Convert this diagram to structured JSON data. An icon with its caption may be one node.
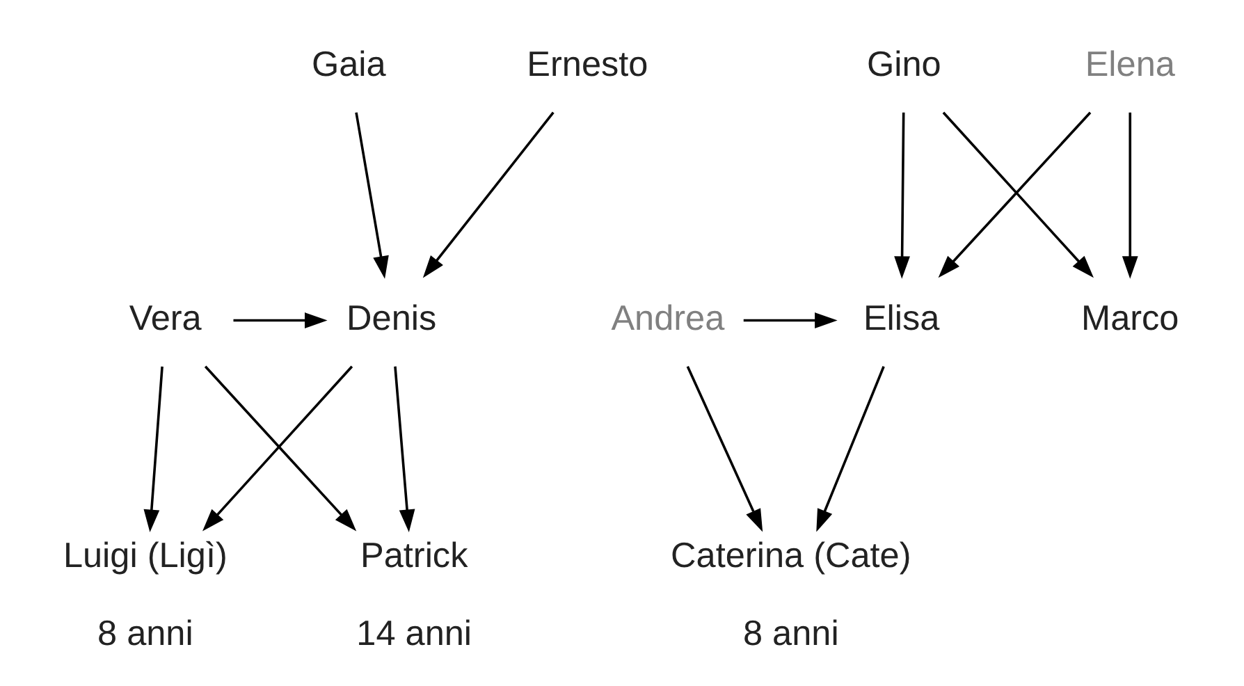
{
  "diagram": {
    "nodes": [
      {
        "text": [
          "Gaia"
        ]
      },
      {
        "text": [
          "Ernesto"
        ]
      },
      {
        "text": [
          "Gino"
        ]
      },
      {
        "text": [
          "Elena"
        ]
      },
      {
        "text": [
          "Vera"
        ]
      },
      {
        "text": [
          "Denis"
        ]
      },
      {
        "text": [
          "Marco"
        ]
      },
      {
        "text": [
          "Elisa"
        ]
      },
      {
        "text": [
          "Andrea"
        ]
      },
      {
        "text": [
          "Luigi (Ligì)"
        ],
        "beside": [
          "8 anni"
        ]
      },
      {
        "text": [
          "Patrick"
        ],
        "beside": [
          "14 anni"
        ]
      },
      {
        "text": [
          "Caterina (Cate)"
        ],
        "beside": [
          "8 anni"
        ]
      }
    ],
    "edges": [
      {
        "from": 0,
        "to": 5,
        "arrow": "to"
      },
      {
        "from": 1,
        "to": 5,
        "arrow": "to"
      },
      {
        "from": 2,
        "to": 6,
        "arrow": "to"
      },
      {
        "from": 3,
        "to": 6,
        "arrow": "to"
      },
      {
        "from": 2,
        "to": 7,
        "arrow": "to"
      },
      {
        "from": 3,
        "to": 7,
        "arrow": "to"
      },
      {
        "from": 4,
        "to": 5,
        "arrow": "to"
      },
      {
        "from": 8,
        "to": 7,
        "arrow": "to"
      },
      {
        "from": 4,
        "to": 9,
        "arrow": "to"
      },
      {
        "from": 5,
        "to": 9,
        "arrow": "to"
      },
      {
        "from": 4,
        "to": 10,
        "arrow": "to"
      },
      {
        "from": 5,
        "to": 10,
        "arrow": "to"
      },
      {
        "from": 7,
        "to": 11,
        "arrow": "to"
      },
      {
        "from": 8,
        "to": 11,
        "arrow": "to"
      }
    ]
  }
}
